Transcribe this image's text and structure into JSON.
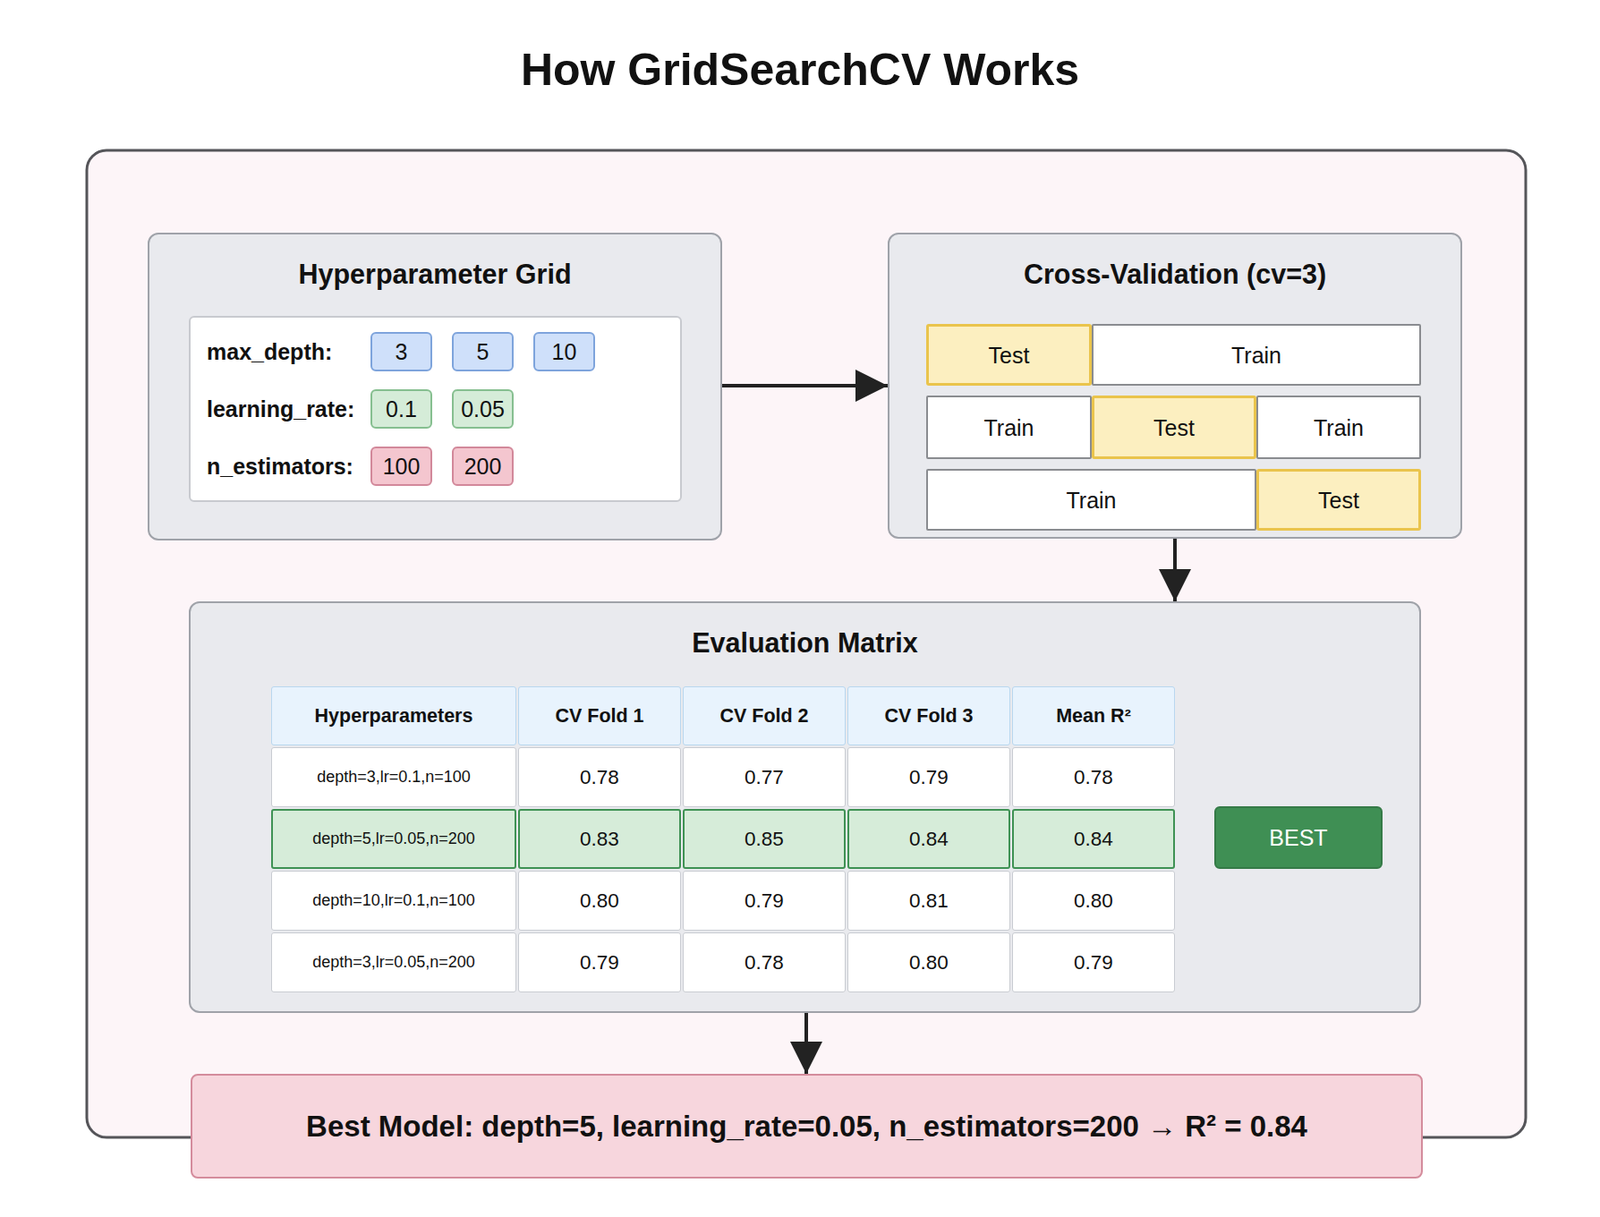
{
  "diagram": {
    "title": "How GridSearchCV Works",
    "nodes": [
      {
        "text": [
          "Hyperparameter Grid"
        ]
      },
      {
        "text": [
          "max_depth:",
          "learning_rate:",
          "n_estimators:"
        ],
        "in": 0
      },
      {
        "text": [
          "3"
        ],
        "in": 1
      },
      {
        "text": [
          "5"
        ],
        "in": 1
      },
      {
        "text": [
          "10"
        ],
        "in": 1
      },
      {
        "text": [
          "0.1"
        ],
        "in": 1
      },
      {
        "text": [
          "0.05"
        ],
        "in": 1
      },
      {
        "text": [
          "100"
        ],
        "in": 1
      },
      {
        "text": [
          "200"
        ],
        "in": 1
      },
      {
        "text": [
          "Cross-Validation (cv=3)"
        ]
      },
      {
        "text": [
          "Test"
        ],
        "in": 9
      },
      {
        "text": [
          "Train"
        ],
        "in": 9
      },
      {
        "text": [
          "Train"
        ],
        "in": 9
      },
      {
        "text": [
          "Test"
        ],
        "in": 9
      },
      {
        "text": [
          "Train"
        ],
        "in": 9
      },
      {
        "text": [
          "Train"
        ],
        "in": 9
      },
      {
        "text": [
          "Test"
        ],
        "in": 9
      },
      {
        "text": [
          "Evaluation Matrix"
        ]
      },
      {
        "text": [
          "BEST"
        ],
        "in": 17
      },
      {
        "text": [
          "Best Model: depth=5, learning_rate=0.05, n_estimators=200 → R² = 0.84"
        ]
      }
    ],
    "edges": [
      {
        "from": 0,
        "to": 9,
        "arrow": "to"
      },
      {
        "from": 9,
        "to": 17,
        "arrow": "to"
      },
      {
        "from": 17,
        "to": 19,
        "arrow": "to"
      }
    ],
    "labels": [
      "Hyperparameters",
      "CV Fold 1",
      "CV Fold 2",
      "CV Fold 3",
      "Mean R²",
      "depth=3,lr=0.1,n=100",
      "0.78",
      "0.77",
      "0.79",
      "0.78",
      "depth=5,lr=0.05,n=200",
      "0.83",
      "0.85",
      "0.84",
      "0.84",
      "depth=10,lr=0.1,n=100",
      "0.80",
      "0.79",
      "0.81",
      "0.80",
      "depth=3,lr=0.05,n=200",
      "0.79",
      "0.78",
      "0.80",
      "0.79"
    ]
  }
}
